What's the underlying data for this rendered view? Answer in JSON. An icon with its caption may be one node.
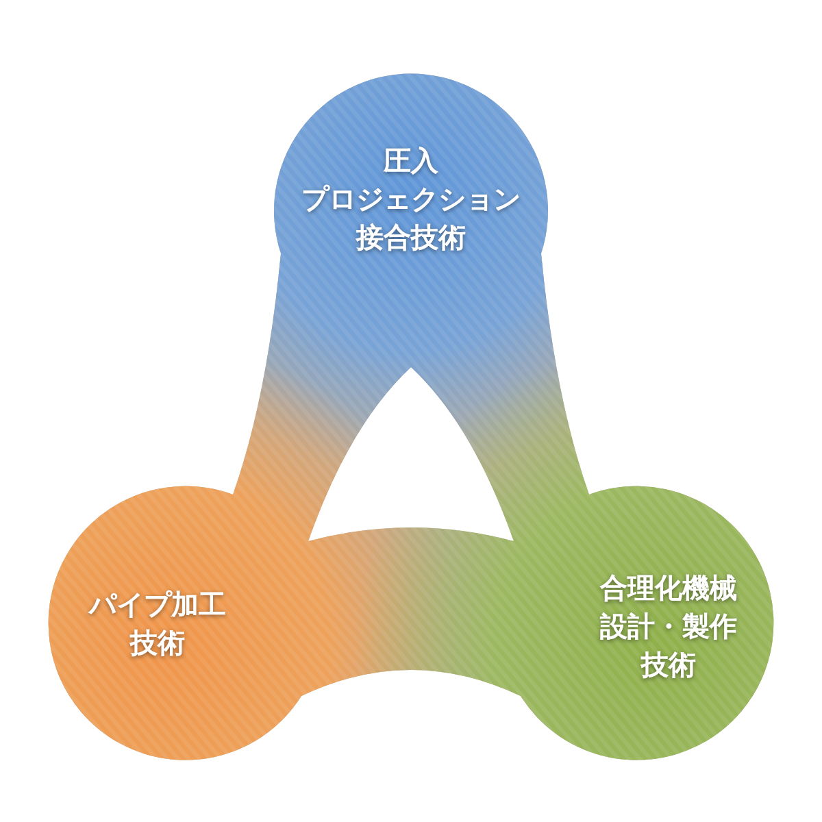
{
  "diagram": {
    "nodes": [
      {
        "text": [
          "圧入プロジェクション接合技術"
        ]
      },
      {
        "text": [
          "パイプ加工技術"
        ]
      },
      {
        "text": [
          "合理化機械設計・製作技術"
        ]
      }
    ]
  }
}
